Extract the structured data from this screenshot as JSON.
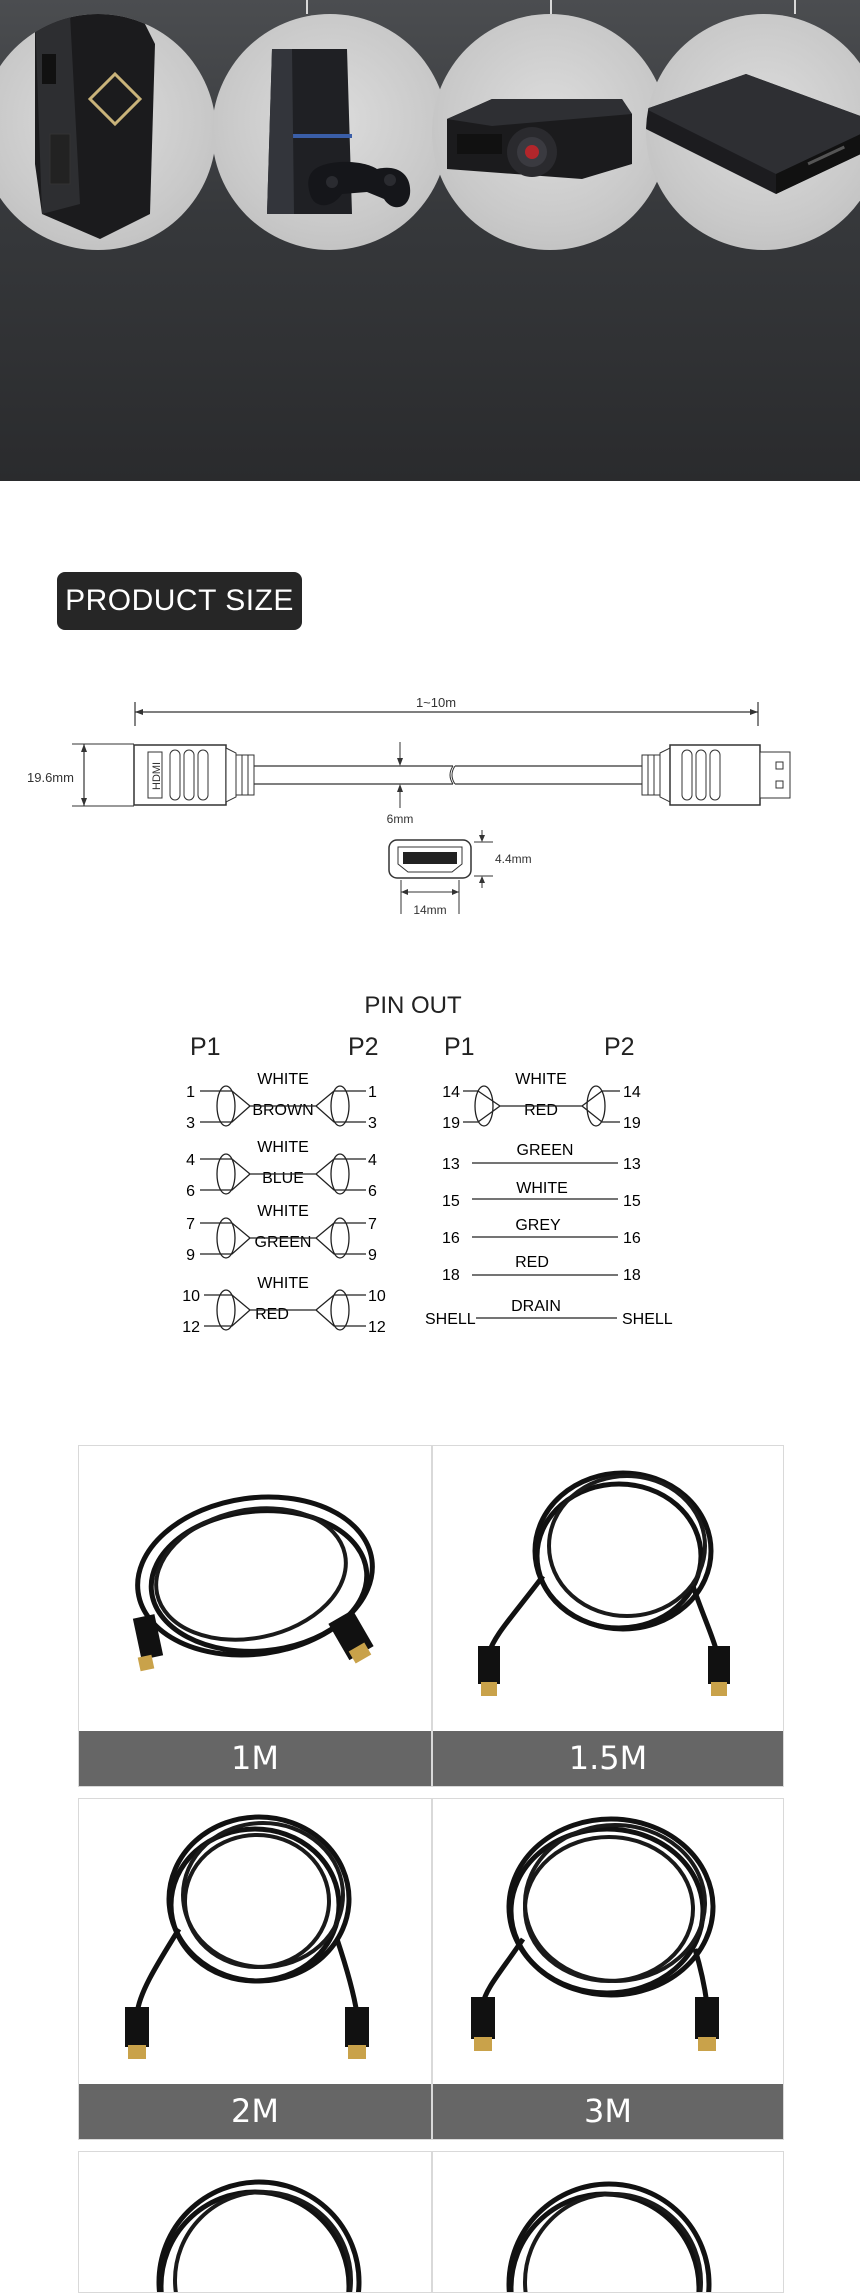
{
  "section": {
    "title": "PRODUCT SIZE"
  },
  "dimensions": {
    "length": "1~10m",
    "height": "19.6mm",
    "cable_diameter": "6mm",
    "connector_thickness": "4.4mm",
    "connector_width": "14mm",
    "connector_logo": "HDMI"
  },
  "pinout": {
    "title": "PIN OUT",
    "p1": "P1",
    "p2": "P2",
    "left_pairs": [
      {
        "pins": [
          "1",
          "3"
        ],
        "top": "WHITE",
        "mid": "BROWN"
      },
      {
        "pins": [
          "4",
          "6"
        ],
        "top": "WHITE",
        "mid": "BLUE"
      },
      {
        "pins": [
          "7",
          "9"
        ],
        "top": "WHITE",
        "mid": "GREEN"
      },
      {
        "pins": [
          "10",
          "12"
        ],
        "top": "WHITE",
        "mid": "RED"
      }
    ],
    "right_pair": {
      "pins": [
        "14",
        "19"
      ],
      "top": "WHITE",
      "mid": "RED"
    },
    "right_lines": [
      {
        "pin": "13",
        "color": "GREEN"
      },
      {
        "pin": "15",
        "color": "WHITE"
      },
      {
        "pin": "16",
        "color": "GREY"
      },
      {
        "pin": "18",
        "color": "RED"
      },
      {
        "pin": "SHELL",
        "color": "DRAIN"
      }
    ]
  },
  "products": [
    {
      "label": "1M"
    },
    {
      "label": "1.5M"
    },
    {
      "label": "2M"
    },
    {
      "label": "3M"
    }
  ]
}
